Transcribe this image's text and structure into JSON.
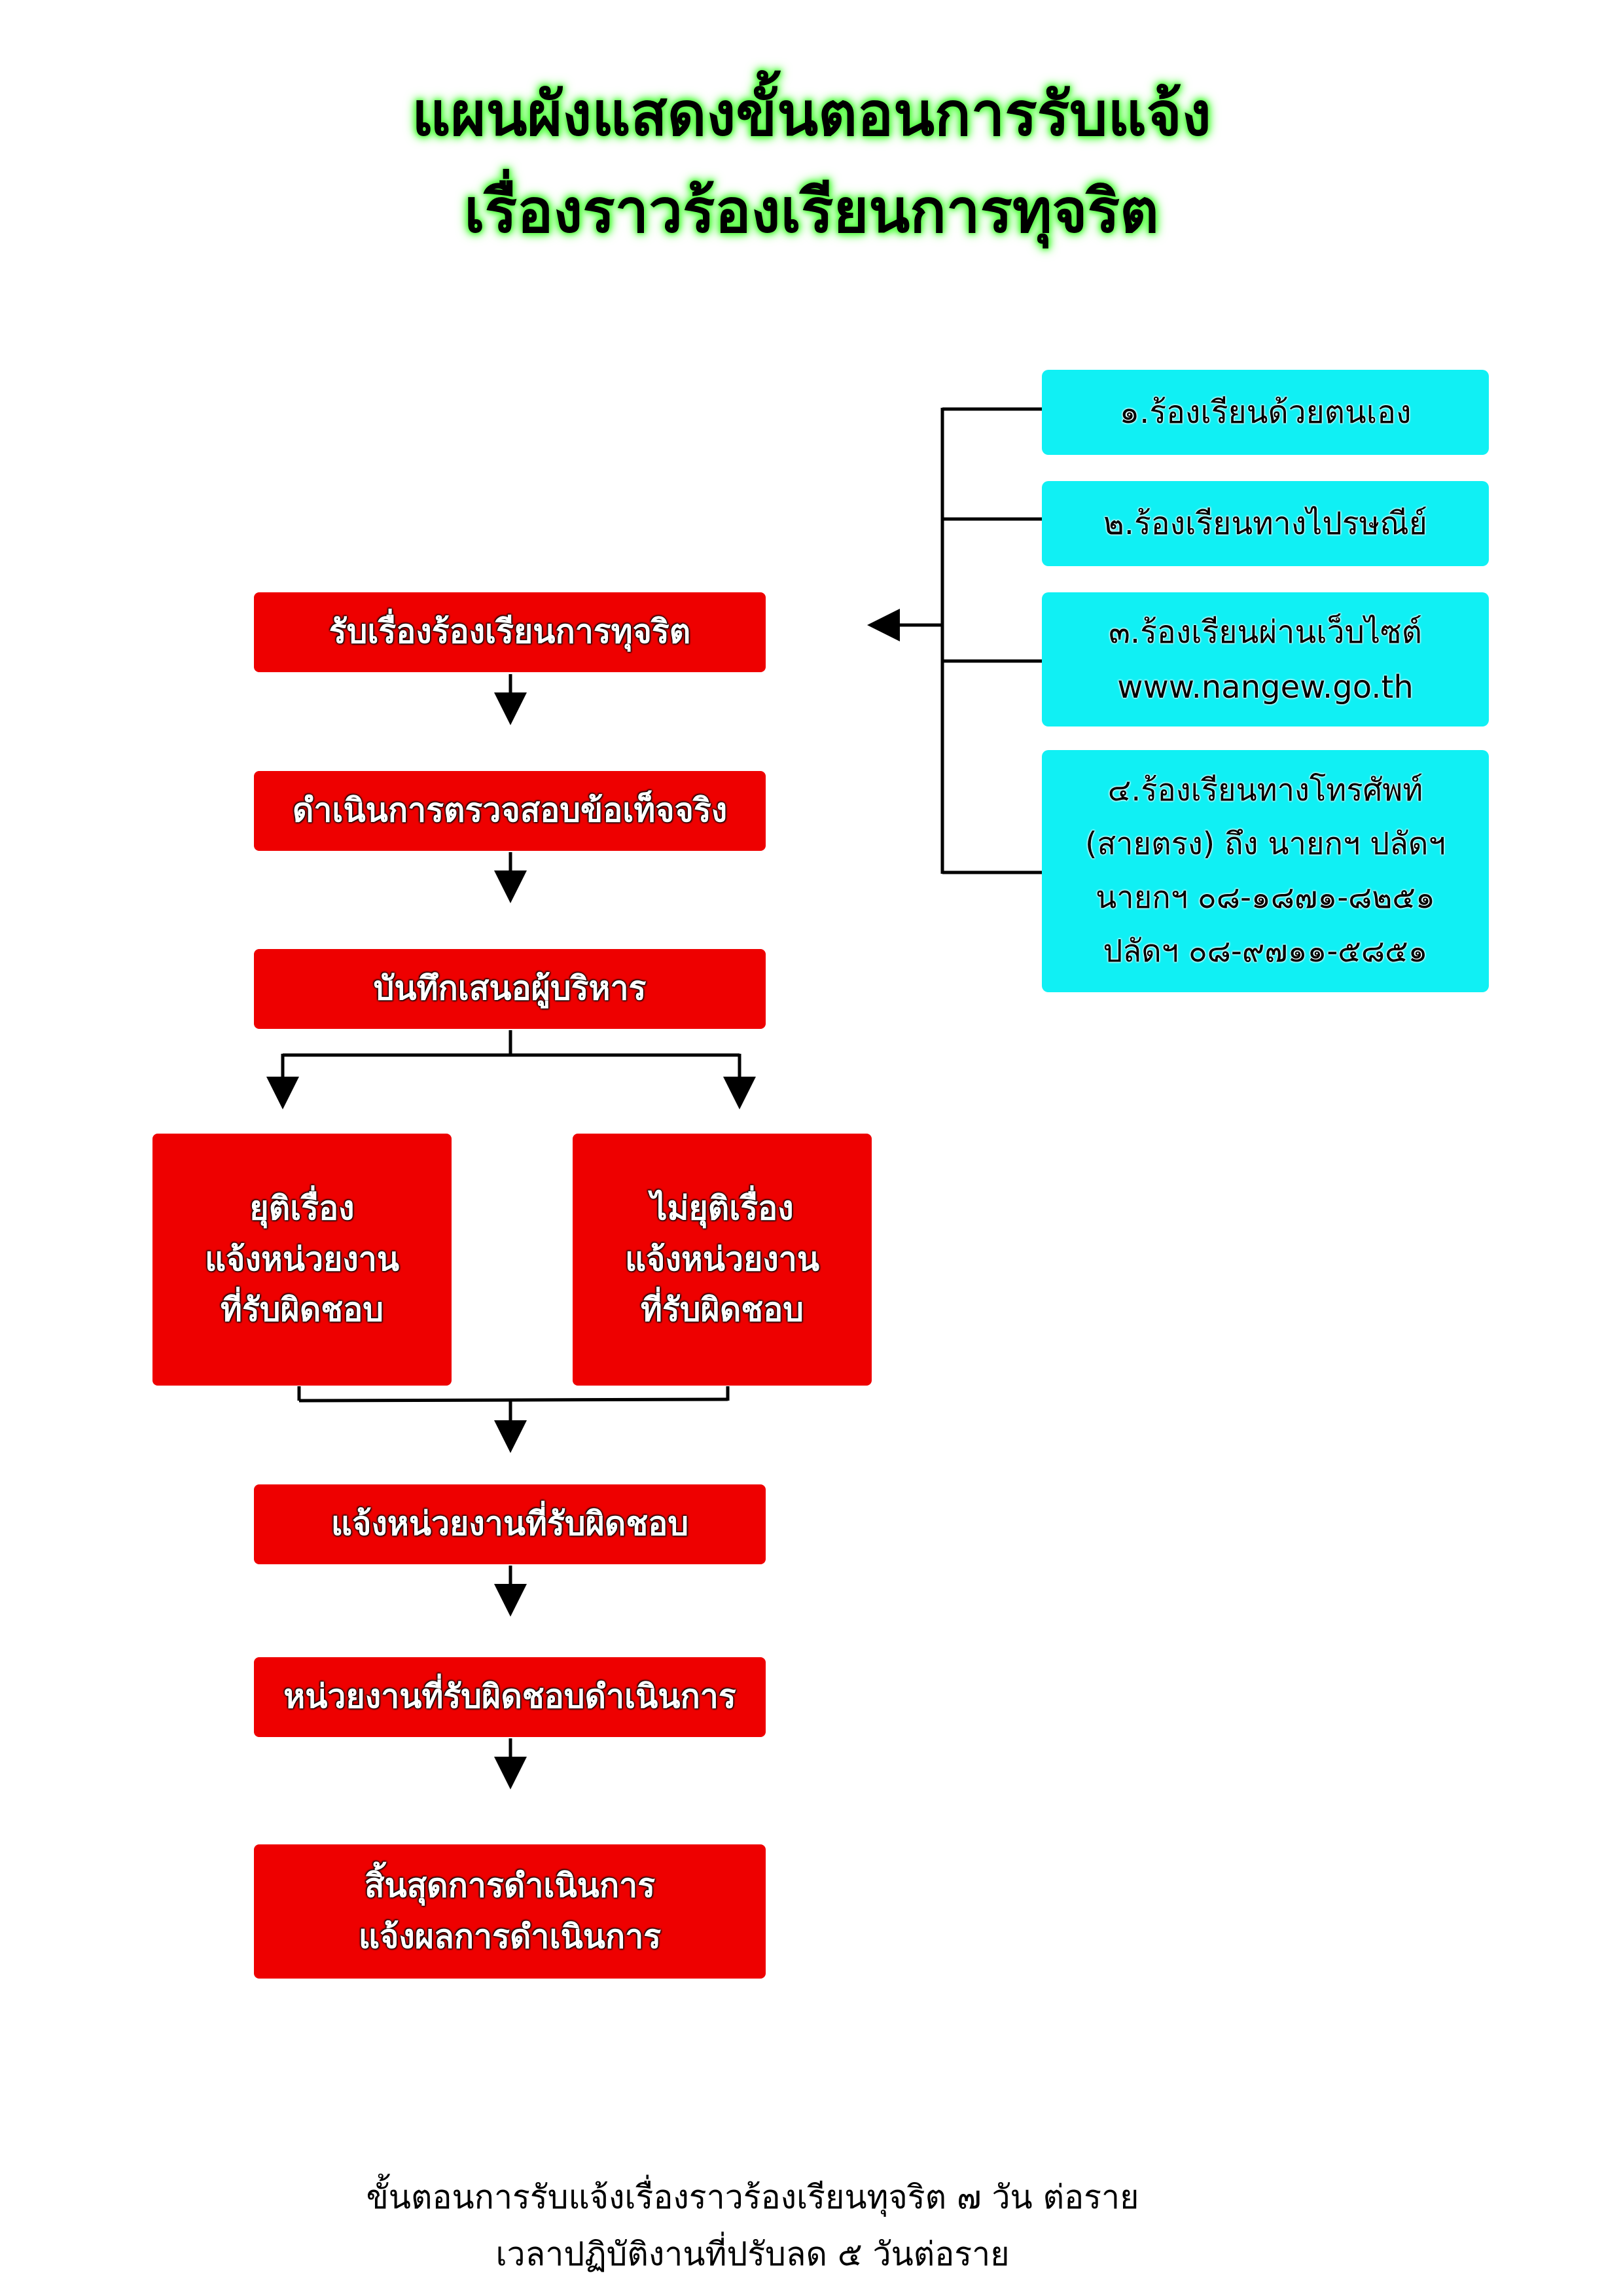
{
  "title": {
    "line1": "แผนผังแสดงขั้นตอนการรับแจ้ง",
    "line2": "เรื่องราวร้องเรียนการทุจริต"
  },
  "channels": {
    "in_person": "๑.ร้องเรียนด้วยตนเอง",
    "post": "๒.ร้องเรียนทางไปรษณีย์",
    "website_line1": "๓.ร้องเรียนผ่านเว็บไซต์",
    "website_line2": "www.nangew.go.th",
    "phone_line1": "๔.ร้องเรียนทางโทรศัพท์",
    "phone_line2": "(สายตรง) ถึง นายกฯ ปลัดฯ",
    "phone_line3": "นายกฯ ๐๘-๑๘๗๑-๘๒๕๑",
    "phone_line4": "ปลัดฯ ๐๘-๙๗๑๑-๕๘๕๑"
  },
  "steps": {
    "receive": "รับเรื่องร้องเรียนการทุจริต",
    "investigate": "ดำเนินการตรวจสอบข้อเท็จจริง",
    "memo": "บันทึกเสนอผู้บริหาร",
    "resolved_line1": "ยุติเรื่อง",
    "resolved_line2": "แจ้งหน่วยงาน",
    "resolved_line3": "ที่รับผิดชอบ",
    "unresolved_line1": "ไม่ยุติเรื่อง",
    "unresolved_line2": "แจ้งหน่วยงาน",
    "unresolved_line3": "ที่รับผิดชอบ",
    "notify": "แจ้งหน่วยงานที่รับผิดชอบ",
    "act": "หน่วยงานที่รับผิดชอบดำเนินการ",
    "end_line1": "สิ้นสุดการดำเนินการ",
    "end_line2": "แจ้งผลการดำเนินการ"
  },
  "footer": {
    "line1": "ขั้นตอนการรับแจ้งเรื่องราวร้องเรียนทุจริต ๗ วัน ต่อราย",
    "line2": "เวลาปฏิบัติงานที่ปรับลด ๕ วันต่อราย"
  },
  "colors": {
    "step_box": "#ee0000",
    "channel_box": "#10f0f4",
    "title_glow": "#5bff49"
  }
}
